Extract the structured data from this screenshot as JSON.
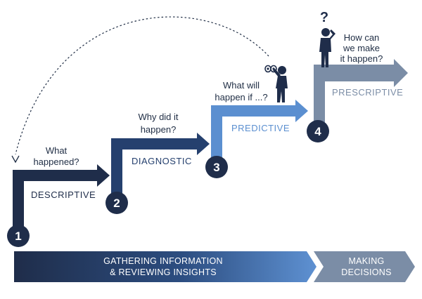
{
  "steps": [
    {
      "number": "1",
      "name": "DESCRIPTIVE",
      "question": [
        "What",
        "happened?"
      ],
      "color": "#1f2d4a"
    },
    {
      "number": "2",
      "name": "DIAGNOSTIC",
      "question": [
        "Why did it",
        "happen?"
      ],
      "color": "#25406e"
    },
    {
      "number": "3",
      "name": "PREDICTIVE",
      "question": [
        "What will",
        "happen if ...?"
      ],
      "color": "#5b8fd0"
    },
    {
      "number": "4",
      "name": "PRESCRIPTIVE",
      "question": [
        "How can",
        "we make",
        "it happen?"
      ],
      "color": "#7b8da6"
    }
  ],
  "bottom_bar": {
    "left": [
      "GATHERING INFORMATION",
      "& REVIEWING INSIGHTS"
    ],
    "right": [
      "MAKING",
      "DECISIONS"
    ]
  },
  "icons": {
    "binoculars_person": "person-with-binoculars-icon",
    "thinking_person": "person-with-question-mark-icon",
    "question_mark": "?"
  },
  "colors": {
    "dark_navy": "#1f2d4a",
    "navy": "#25406e",
    "light_blue": "#5b8fd0",
    "steel": "#7b8da6",
    "label_text": "#1f2d44"
  }
}
